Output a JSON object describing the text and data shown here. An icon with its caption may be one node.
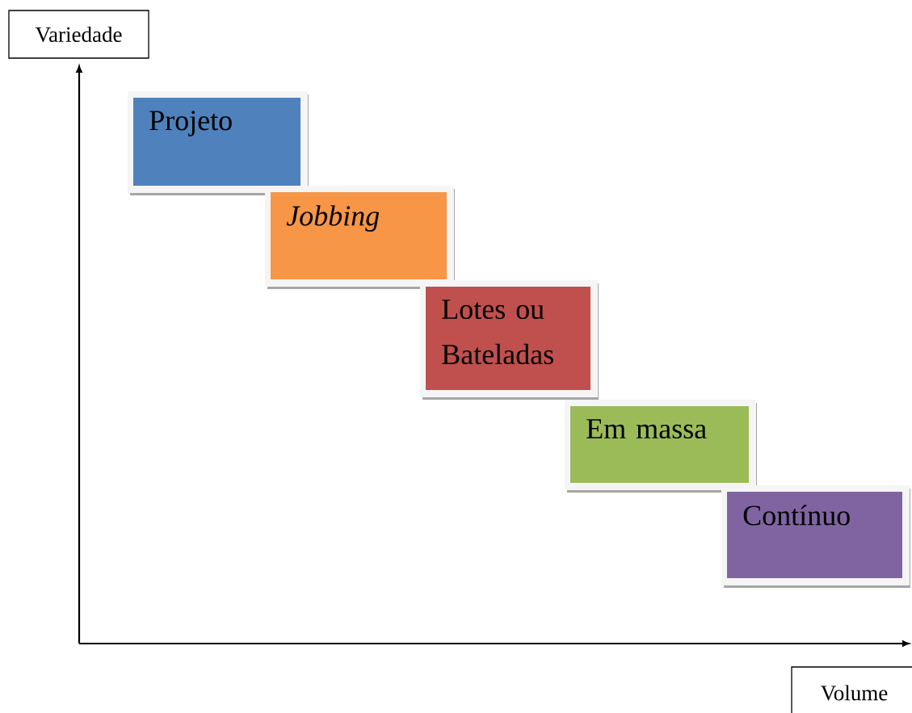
{
  "diagram": {
    "nodes": [
      {
        "text": [
          "Variedade"
        ]
      },
      {
        "text": [
          "Projeto"
        ]
      },
      {
        "text": [
          "Jobbing"
        ]
      },
      {
        "text": [
          "Lotes ou Bateladas"
        ]
      },
      {
        "text": [
          "Em massa"
        ]
      },
      {
        "text": [
          "Contínuo"
        ]
      },
      {
        "text": [
          "Volume"
        ]
      }
    ],
    "edges": []
  }
}
